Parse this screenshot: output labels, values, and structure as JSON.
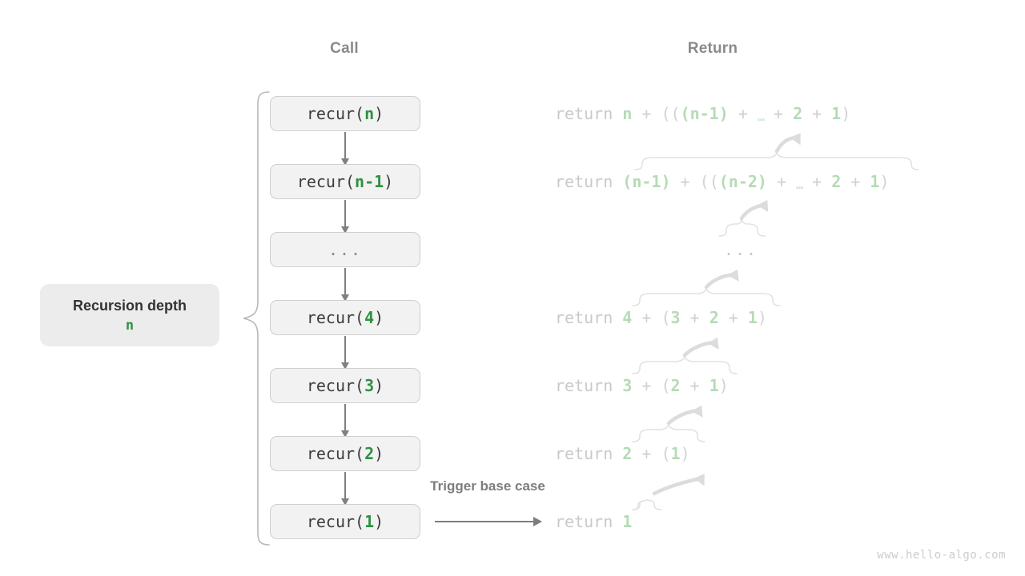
{
  "columns": {
    "call_label": "Call",
    "return_label": "Return"
  },
  "depth": {
    "title": "Recursion depth",
    "value": "n"
  },
  "trigger": {
    "label": "Trigger base case"
  },
  "call_stack": [
    {
      "name": "recur(",
      "arg": "n",
      "close": ")"
    },
    {
      "name": "recur(",
      "arg": "n-1",
      "close": ")"
    },
    {
      "name": "…",
      "arg": "",
      "close": ""
    },
    {
      "name": "recur(",
      "arg": "4",
      "close": ")"
    },
    {
      "name": "recur(",
      "arg": "3",
      "close": ")"
    },
    {
      "name": "recur(",
      "arg": "2",
      "close": ")"
    },
    {
      "name": "recur(",
      "arg": "1",
      "close": ")"
    }
  ],
  "call_boxes": {
    "b0": "recur(n)",
    "b1": "recur(n-1)",
    "b2": "...",
    "b3": "recur(4)",
    "b4": "recur(3)",
    "b5": "recur(2)",
    "b6": "recur(1)"
  },
  "call_args": {
    "a0": "n",
    "a1": "n-1",
    "a3": "4",
    "a4": "3",
    "a5": "2",
    "a6": "1"
  },
  "returns": {
    "keyword": "return",
    "r0": {
      "head": "n",
      "expr": "((n-1) + … + 2 + 1)"
    },
    "r1": {
      "head": "(n-1)",
      "expr": "((n-2) + … + 2 + 1)"
    },
    "r2": {
      "head": "4",
      "expr": "(3 + 2 + 1)"
    },
    "r3": {
      "head": "3",
      "expr": "(2 + 1)"
    },
    "r4": {
      "head": "2",
      "expr": "(1)"
    },
    "r5": {
      "head": "1",
      "expr": ""
    },
    "ellipsis": "..."
  },
  "return_tokens": {
    "t_return": "return",
    "plus": "+",
    "dots": "…",
    "open_paren": "(",
    "close_paren": ")",
    "n": "n",
    "n1": "(n-1)",
    "n1b": "(n-1)",
    "n2": "(n-2)",
    "one": "1",
    "two": "2",
    "three": "3",
    "four": "4"
  },
  "watermark": "www.hello-algo.com",
  "colors": {
    "accent_green": "#2e9140",
    "faded_green": "#b5dbb5",
    "box_fill": "#f2f2f2",
    "box_border": "#cfcfcf",
    "arrow_gray": "#808080",
    "header_gray": "#8a8a8a",
    "faded_gray": "#c9c9c9"
  }
}
